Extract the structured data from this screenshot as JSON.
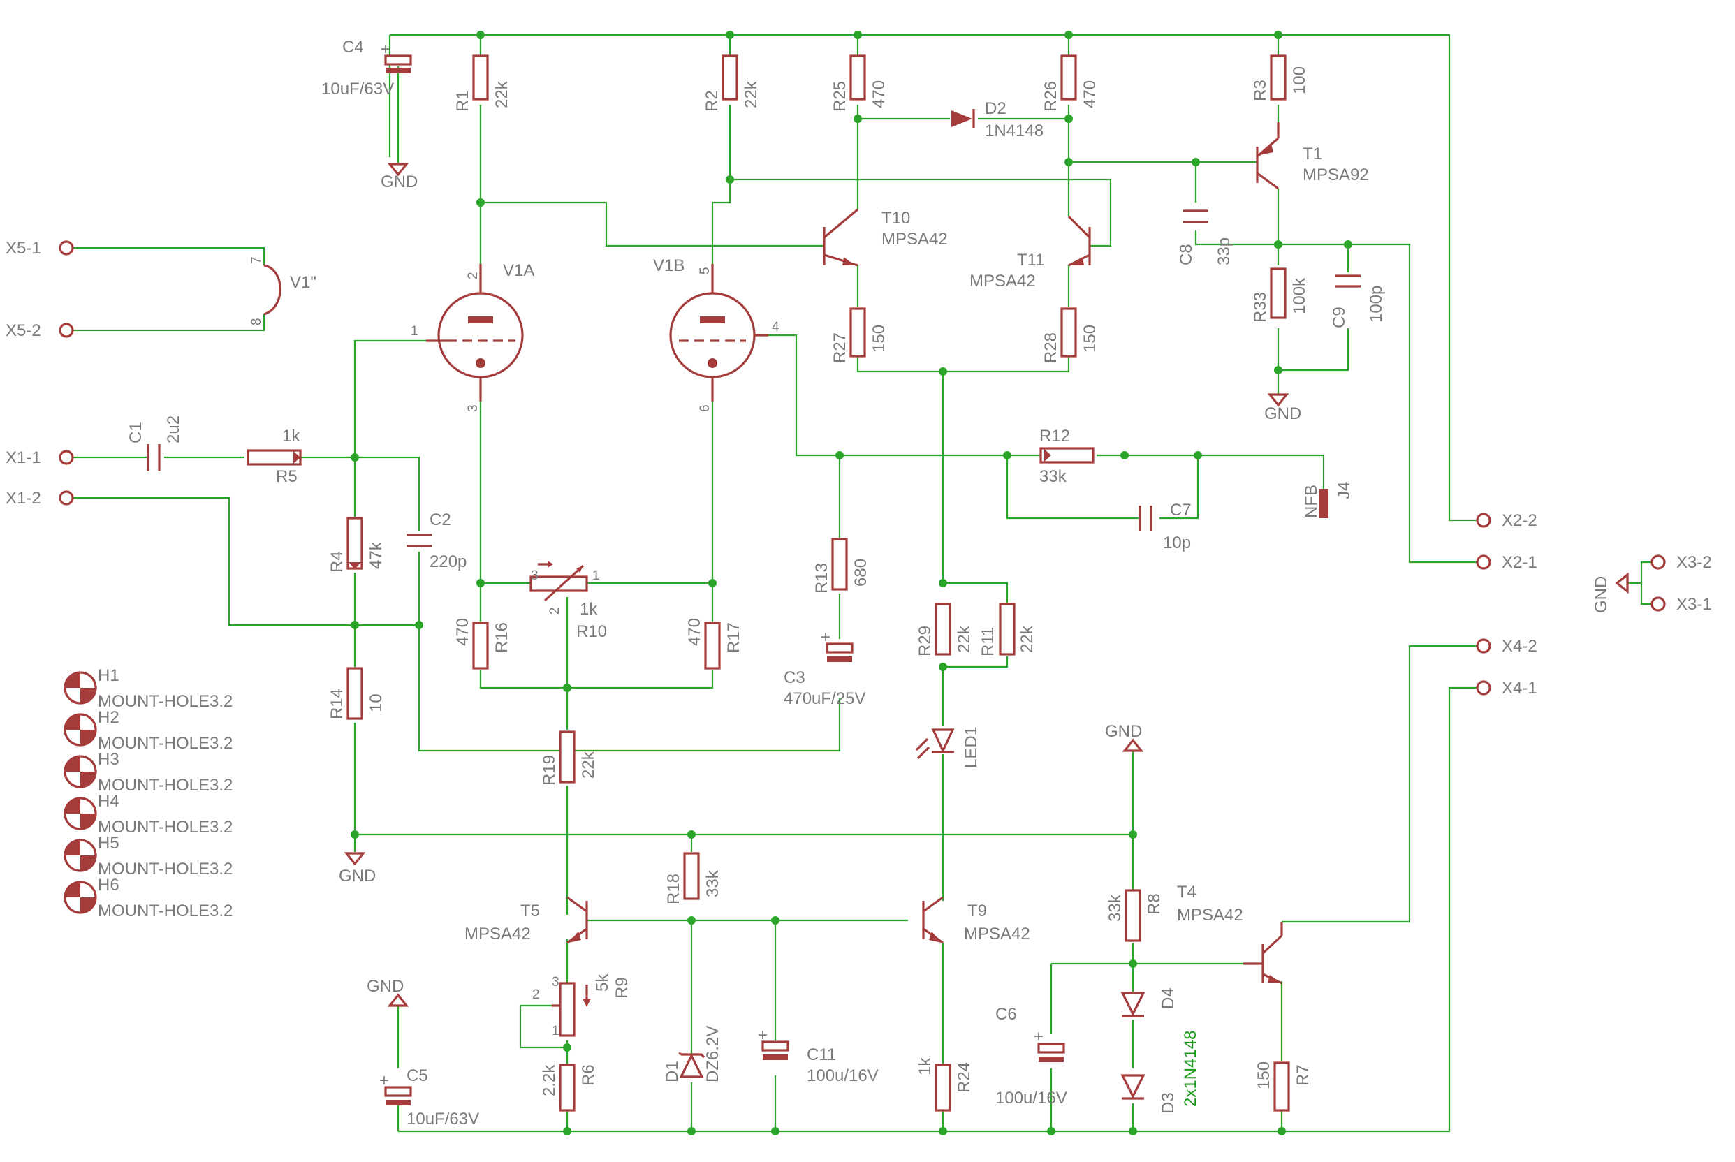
{
  "components": {
    "c4": {
      "ref": "C4",
      "value": "10uF/63V"
    },
    "r1": {
      "ref": "R1",
      "value": "22k"
    },
    "r2": {
      "ref": "R2",
      "value": "22k"
    },
    "r25": {
      "ref": "R25",
      "value": "470"
    },
    "r26": {
      "ref": "R26",
      "value": "470"
    },
    "d2": {
      "ref": "D2",
      "value": "1N4148"
    },
    "r3": {
      "ref": "R3",
      "value": "100"
    },
    "t1": {
      "ref": "T1",
      "value": "MPSA92"
    },
    "t10": {
      "ref": "T10",
      "value": "MPSA42"
    },
    "t11": {
      "ref": "T11",
      "value": "MPSA42"
    },
    "c8": {
      "ref": "C8",
      "value": "33p"
    },
    "r33": {
      "ref": "R33",
      "value": "100k"
    },
    "c9": {
      "ref": "C9",
      "value": "100p"
    },
    "v1a": {
      "ref": "V1A"
    },
    "v1b": {
      "ref": "V1B"
    },
    "v1h": {
      "ref": "V1\""
    },
    "r27": {
      "ref": "R27",
      "value": "150"
    },
    "r28": {
      "ref": "R28",
      "value": "150"
    },
    "c1": {
      "ref": "C1",
      "value": "2u2"
    },
    "r5": {
      "ref": "R5",
      "value": "1k"
    },
    "r12": {
      "ref": "R12",
      "value": "33k"
    },
    "j4": {
      "ref": "J4",
      "value": "NFB"
    },
    "c7": {
      "ref": "C7",
      "value": "10p"
    },
    "c2": {
      "ref": "C2",
      "value": "220p"
    },
    "r4": {
      "ref": "R4",
      "value": "47k"
    },
    "r10": {
      "ref": "R10",
      "value": "1k"
    },
    "r16": {
      "ref": "R16",
      "value": "470"
    },
    "r17": {
      "ref": "R17",
      "value": "470"
    },
    "r13": {
      "ref": "R13",
      "value": "680"
    },
    "c3": {
      "ref": "C3",
      "value": "470uF/25V"
    },
    "r29": {
      "ref": "R29",
      "value": "22k"
    },
    "r11": {
      "ref": "R11",
      "value": "22k"
    },
    "led1": {
      "ref": "LED1"
    },
    "r14": {
      "ref": "R14",
      "value": "10"
    },
    "r19": {
      "ref": "R19",
      "value": "22k"
    },
    "r18": {
      "ref": "R18",
      "value": "33k"
    },
    "t5": {
      "ref": "T5",
      "value": "MPSA42"
    },
    "t9": {
      "ref": "T9",
      "value": "MPSA42"
    },
    "r8": {
      "ref": "R8",
      "value": "33k"
    },
    "t4": {
      "ref": "T4",
      "value": "MPSA42"
    },
    "r9": {
      "ref": "R9",
      "value": "5k"
    },
    "r6": {
      "ref": "R6",
      "value": "2.2k"
    },
    "d1": {
      "ref": "D1",
      "value": "DZ6.2V"
    },
    "c11": {
      "ref": "C11",
      "value": "100u/16V"
    },
    "r24": {
      "ref": "R24",
      "value": "1k"
    },
    "c6": {
      "ref": "C6",
      "value": "100u/16V"
    },
    "d4": {
      "ref": "D4"
    },
    "d3": {
      "ref": "D3",
      "value": "2x1N4148"
    },
    "r7": {
      "ref": "R7",
      "value": "150"
    },
    "c5": {
      "ref": "C5",
      "value": "10uF/63V"
    }
  },
  "connectors": {
    "x5_1": "X5-1",
    "x5_2": "X5-2",
    "x1_1": "X1-1",
    "x1_2": "X1-2",
    "x2_2": "X2-2",
    "x2_1": "X2-1",
    "x3_2": "X3-2",
    "x3_1": "X3-1",
    "x4_2": "X4-2",
    "x4_1": "X4-1"
  },
  "ground_label": "GND",
  "pins": {
    "v1a_grid": "1",
    "v1a_plate": "2",
    "v1a_cathode": "3",
    "v1b_grid": "4",
    "v1b_plate": "5",
    "v1b_cathode": "6",
    "heater_a": "7",
    "heater_b": "8",
    "r10_a": "3",
    "r10_b": "1",
    "r10_wiper": "2",
    "r9_a": "3",
    "r9_wiper": "2",
    "r9_b": "1"
  },
  "mount_holes": [
    {
      "ref": "H1",
      "value": "MOUNT-HOLE3.2"
    },
    {
      "ref": "H2",
      "value": "MOUNT-HOLE3.2"
    },
    {
      "ref": "H3",
      "value": "MOUNT-HOLE3.2"
    },
    {
      "ref": "H4",
      "value": "MOUNT-HOLE3.2"
    },
    {
      "ref": "H5",
      "value": "MOUNT-HOLE3.2"
    },
    {
      "ref": "H6",
      "value": "MOUNT-HOLE3.2"
    }
  ],
  "colors": {
    "wire": "#2aa52a",
    "part": "#a53c3c",
    "label": "#7a7a7a",
    "value_highlight": "#1a9a1a"
  }
}
